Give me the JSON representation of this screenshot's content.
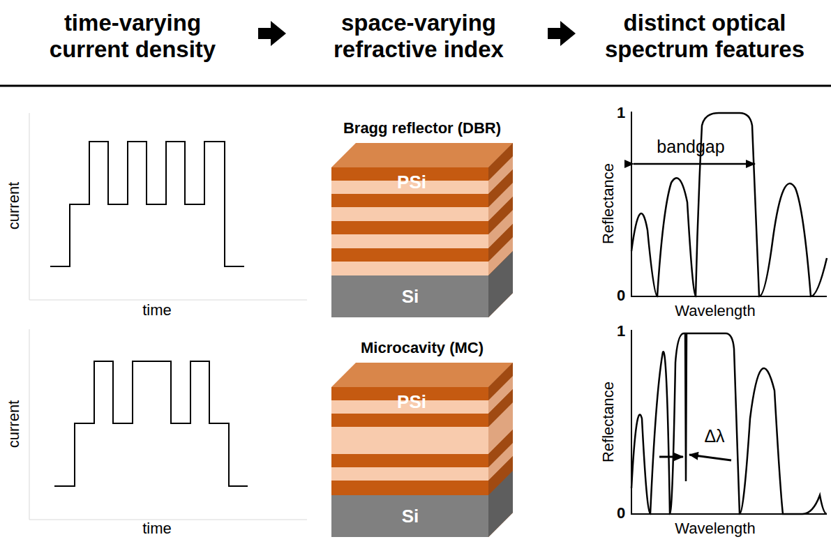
{
  "diagram": {
    "labels": [
      "time-varying current density",
      "space-varying refractive index",
      "distinct optical spectrum features",
      "current",
      "time",
      "Bragg reflector (DBR)",
      "PSi",
      "Si",
      "Reflectance",
      "1",
      "bandgap",
      "0",
      "Wavelength",
      "current",
      "time",
      "Microcavity (MC)",
      "PSi",
      "Si",
      "Reflectance",
      "1",
      "Δλ",
      "0",
      "Wavelength"
    ]
  }
}
